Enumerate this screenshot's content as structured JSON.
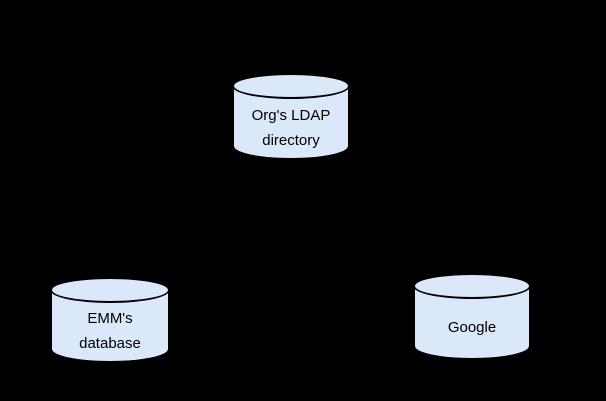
{
  "diagram": {
    "type": "database-sync-diagram",
    "colors": {
      "background": "#000000",
      "node_fill": "#dbe8fa",
      "node_stroke": "#000000",
      "label_text": "#000000"
    },
    "nodes": [
      {
        "id": "org-ldap-directory",
        "shape": "database-cylinder",
        "lines": [
          "Org's LDAP",
          "directory"
        ]
      },
      {
        "id": "emm-database",
        "shape": "database-cylinder",
        "lines": [
          "EMM's",
          "database"
        ]
      },
      {
        "id": "google",
        "shape": "database-cylinder",
        "lines": [
          "Google"
        ]
      }
    ]
  }
}
